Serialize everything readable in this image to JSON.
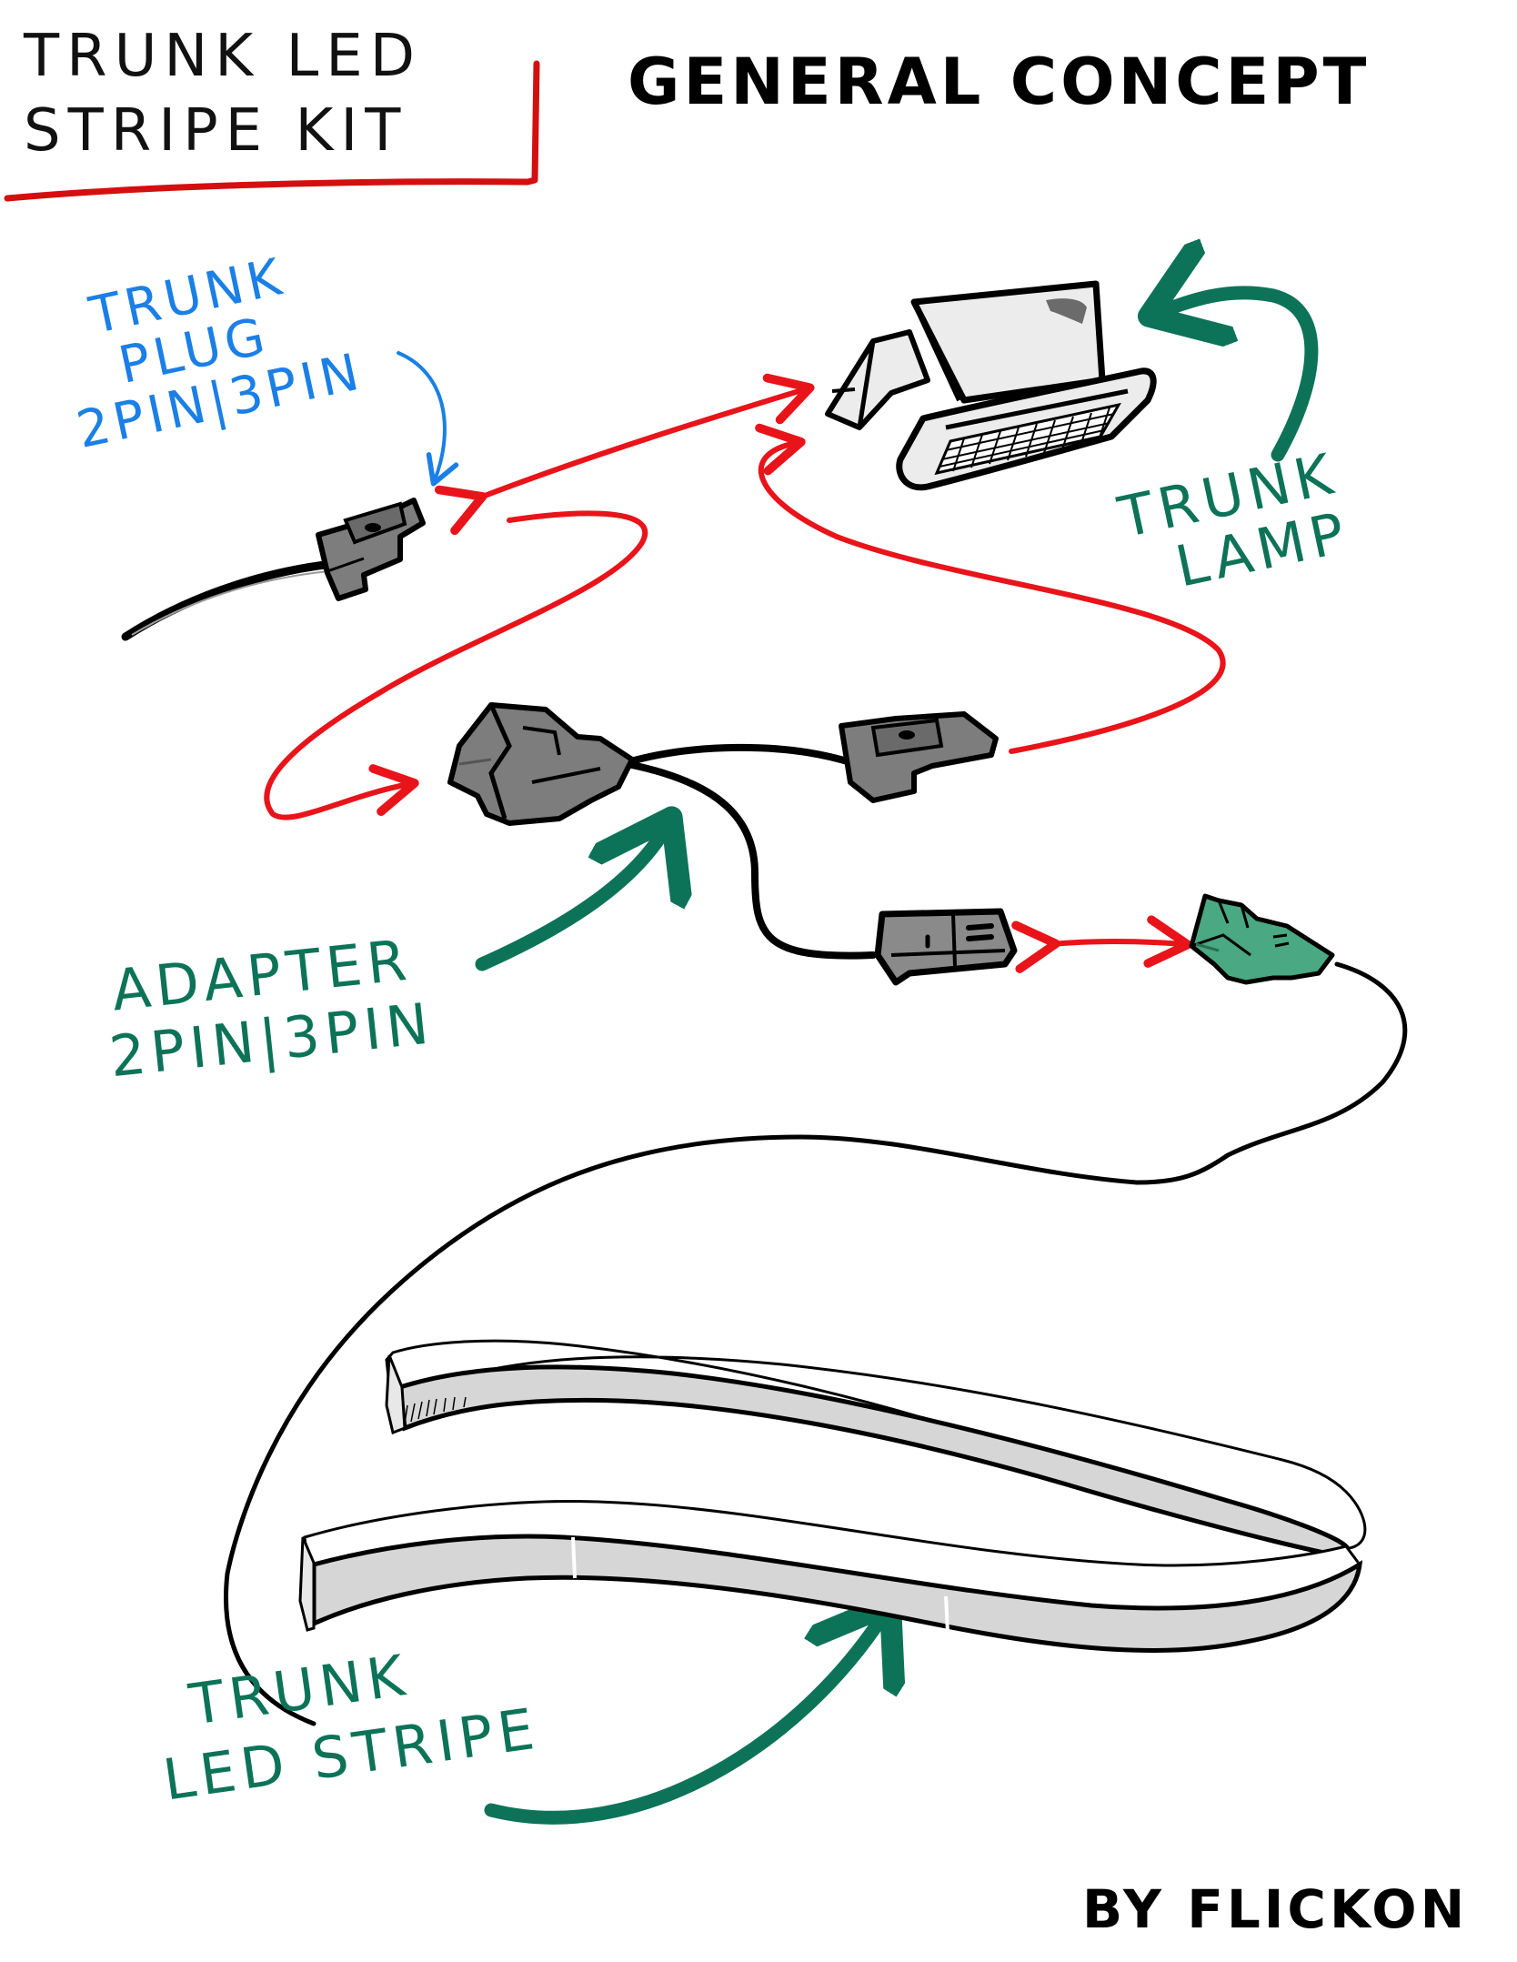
{
  "header": {
    "kit_title_line1": "TRUNK LED",
    "kit_title_line2": "STRIPE KIT",
    "concept_title": "GENERAL CONCEPT"
  },
  "labels": {
    "trunk_plug": {
      "line1": "TRUNK",
      "line2": "PLUG",
      "line3": "2PIN|3PIN"
    },
    "trunk_lamp": {
      "line1": "TRUNK",
      "line2": "LAMP"
    },
    "adapter": {
      "line1": "ADAPTER",
      "line2": "2PIN|3PIN"
    },
    "trunk_led_stripe": {
      "line1": "TRUNK",
      "line2": "LED STRIPE"
    }
  },
  "footer": {
    "author": "BY FLICKON"
  },
  "components": [
    {
      "name": "Trunk plug",
      "icon": "connector-plug-icon"
    },
    {
      "name": "Trunk lamp",
      "icon": "lamp-icon"
    },
    {
      "name": "Adapter 2pin/3pin",
      "icon": "y-adapter-icon"
    },
    {
      "name": "Adapter trunk-side plug",
      "icon": "connector-plug-icon"
    },
    {
      "name": "Adapter stripe socket",
      "icon": "connector-socket-icon"
    },
    {
      "name": "Stripe connector",
      "icon": "green-connector-icon"
    },
    {
      "name": "Trunk LED stripe",
      "icon": "led-strip-icon"
    }
  ],
  "colors": {
    "title_underline": "#d40f0f",
    "connection_arrows": "#e8141a",
    "label_blue": "#1a7fe6",
    "label_green": "#0d7358",
    "connector_gray": "#8a8a8a",
    "connector_green": "#4aa882",
    "lamp_fill": "#ececec",
    "stripe_fill": "#d6d6d6"
  }
}
